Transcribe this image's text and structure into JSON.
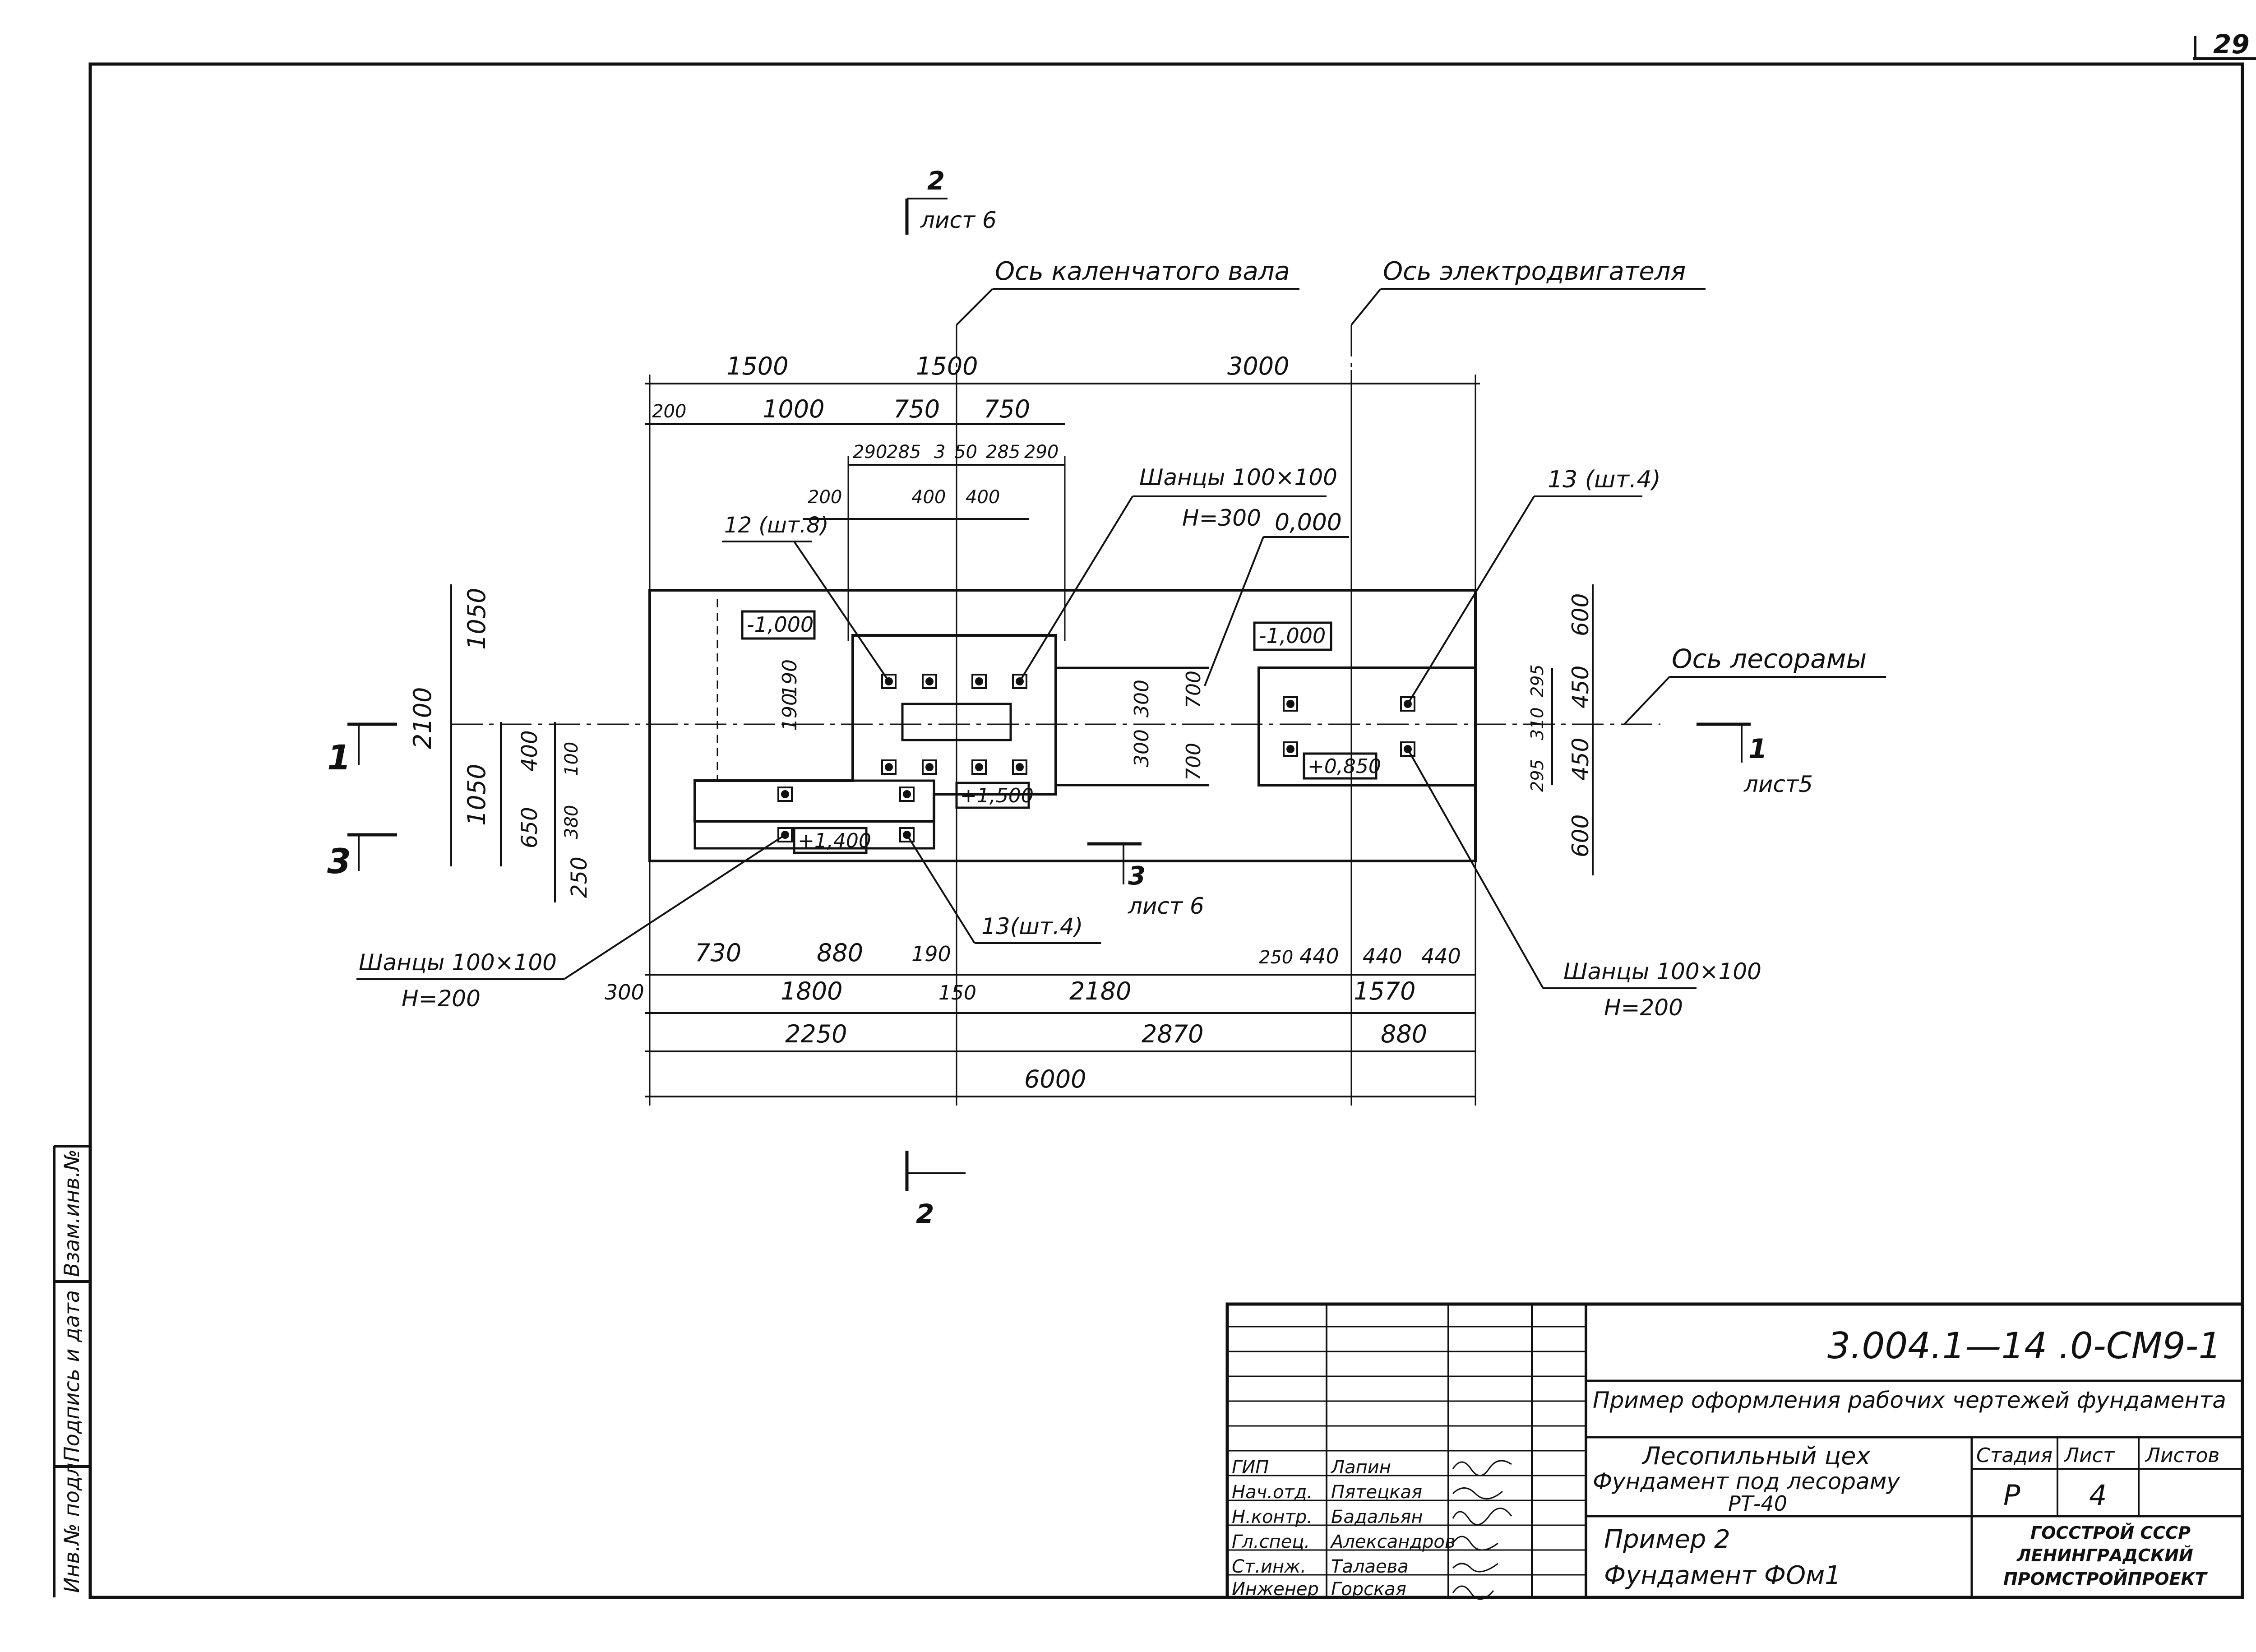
{
  "sheet_number": "29",
  "annotations": {
    "crankshaft_axis": "Ось каленчатого вала",
    "motor_axis": "Ось электродвигателя",
    "frame_axis": "Ось лесорамы",
    "anchors_top": "Шанцы 100×100",
    "anchors_top_h": "H=300",
    "anchors_left": "Шанцы 100×100",
    "anchors_left_h": "H=200",
    "anchors_right": "Шанцы 100×100",
    "anchors_right_h": "H=200",
    "bolts_12": "12 (шт.8)",
    "bolts_13_right": "13 (шт.4)",
    "bolts_13_bottom": "13(шт.4)"
  },
  "elevations": {
    "zero": "0,000",
    "minus_top_left": "-1,000",
    "minus_top_right": "-1,000",
    "pocket_center": "+1,500",
    "pocket_left": "+1,400",
    "pocket_right": "+0,850"
  },
  "sections": {
    "s2_top_num": "2",
    "s2_top_sheet": "лист 6",
    "s2_bottom_num": "2",
    "s1_left_num": "1",
    "s1_right_num": "1",
    "s1_right_sheet": "лист5",
    "s3_left_num": "3",
    "s3_mid_num": "3",
    "s3_mid_sheet": "лист 6"
  },
  "dimensions": {
    "top": [
      "1500",
      "1500",
      "3000",
      "200",
      "1000",
      "750",
      "750",
      "290",
      "285",
      "3",
      "50",
      "285",
      "290",
      "200",
      "400",
      "400"
    ],
    "bottom": [
      "730",
      "880",
      "190",
      "250",
      "440",
      "440",
      "440",
      "300",
      "1800",
      "150",
      "2180",
      "1570",
      "2250",
      "2870",
      "880",
      "6000"
    ],
    "left": [
      "2100",
      "1050",
      "1050",
      "400",
      "650",
      "250",
      "100",
      "380"
    ],
    "inner": [
      "190",
      "190",
      "300",
      "300",
      "700",
      "700",
      "295",
      "310",
      "295"
    ],
    "right": [
      "600",
      "450",
      "450",
      "600"
    ]
  },
  "title_block": {
    "doc_code": "3.004.1—14 .0-СМ9-1",
    "title": "Пример оформления рабочих чертежей фундамента",
    "object_line1": "Лесопильный цех",
    "object_line2": "Фундамент под лесораму",
    "object_line3": "РТ-40",
    "sheet_title_line1": "Пример 2",
    "sheet_title_line2": "Фундамент ФОм1",
    "stage_label": "Стадия",
    "sheet_label": "Лист",
    "sheets_label": "Листов",
    "stage_value": "Р",
    "sheet_value": "4",
    "org_line1": "ГОССТРОЙ СССР",
    "org_line2": "ЛЕНИНГРАДСКИЙ",
    "org_line3": "ПРОМСТРОЙПРОЕКТ",
    "roles": [
      "ГИП",
      "Нач.отд.",
      "Н.контр.",
      "Гл.спец.",
      "Ст.инж.",
      "Инженер"
    ],
    "names": [
      "Лапин",
      "Пятецкая",
      "Бадальян",
      "Александров",
      "Талаева",
      "Горская"
    ]
  },
  "side_stamp": {
    "c1": "Взам.инв.№",
    "c2": "Подпись и дата",
    "c3": "Инв.№ подл."
  }
}
